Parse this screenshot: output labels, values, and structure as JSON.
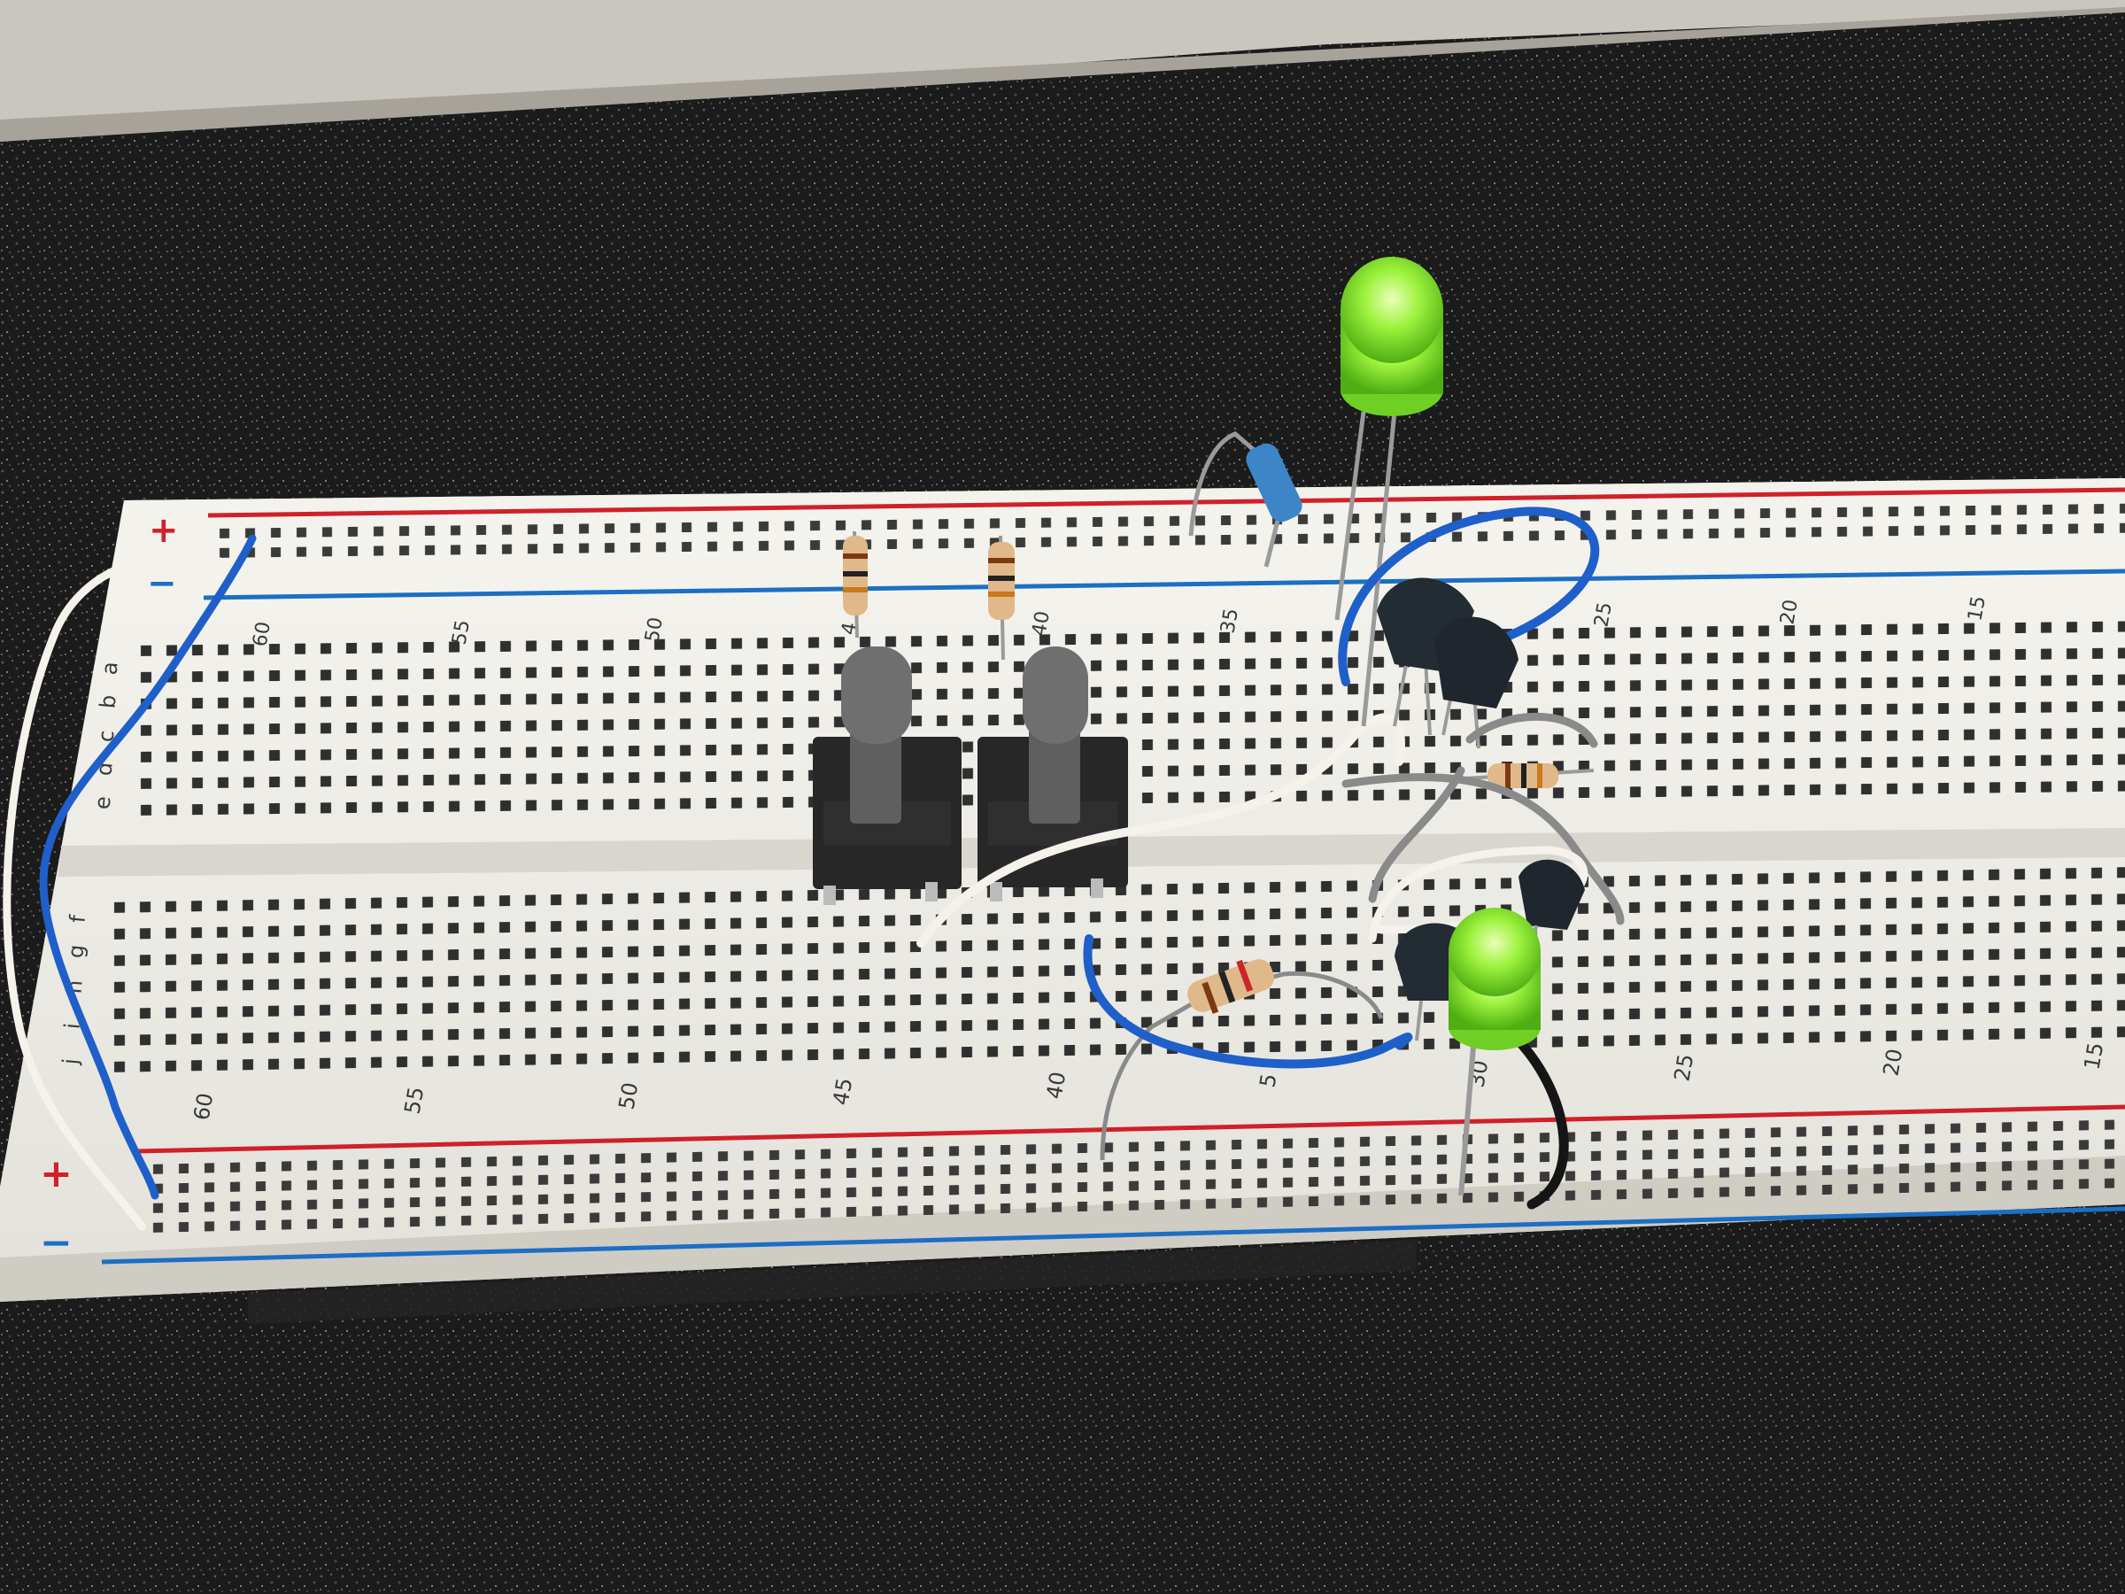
{
  "scene": {
    "subject": "breadboard-circuit",
    "colors": {
      "mat": "#1c1c1c",
      "board": "#eeece6",
      "rail_positive": "#d0202a",
      "rail_negative": "#1b6fc4",
      "led": "#8ef23a",
      "wire_blue": "#1f5fc9",
      "wire_white": "#f4f2ea",
      "wire_gray": "#8a8a8a",
      "wire_black": "#151515",
      "pot_body": "#2b2b2b",
      "pot_shaft": "#6f6f6f"
    }
  },
  "board": {
    "rail_plus": "+",
    "rail_minus": "−",
    "top_numbers": [
      "60",
      "55",
      "50",
      "40",
      "35",
      "25",
      "20",
      "15"
    ],
    "top_partial_number": "4",
    "bottom_numbers": [
      "60",
      "55",
      "50",
      "45",
      "40",
      "30",
      "25",
      "20",
      "15"
    ],
    "bottom_partial_number": "5",
    "row_letters_top": [
      "a",
      "b",
      "c",
      "d",
      "e"
    ],
    "row_letters_bottom": [
      "f",
      "g",
      "h",
      "i",
      "j"
    ]
  }
}
